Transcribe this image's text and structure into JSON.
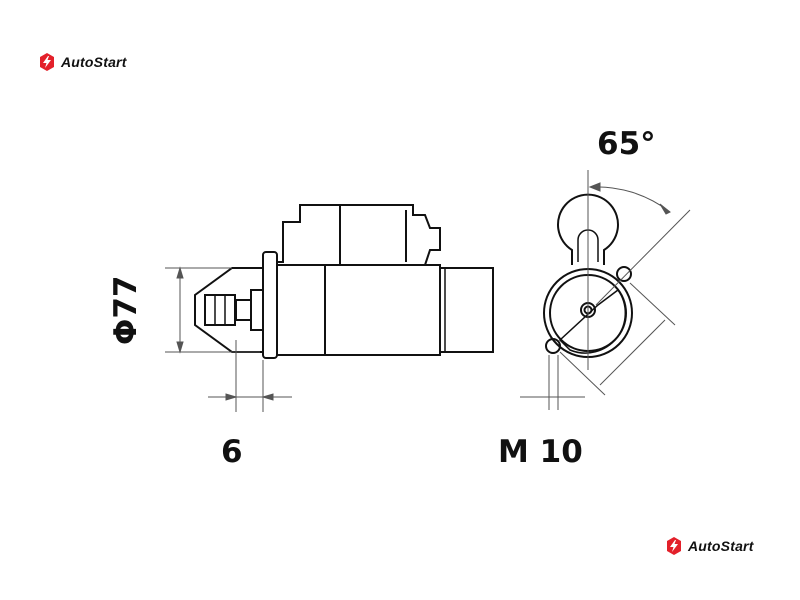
{
  "brand": {
    "name": "AutoStart",
    "color": "#e3202a"
  },
  "dimensions": {
    "diameter": "Φ77",
    "flange_thickness": "6",
    "bolt": "M 10",
    "angle": "65°"
  }
}
